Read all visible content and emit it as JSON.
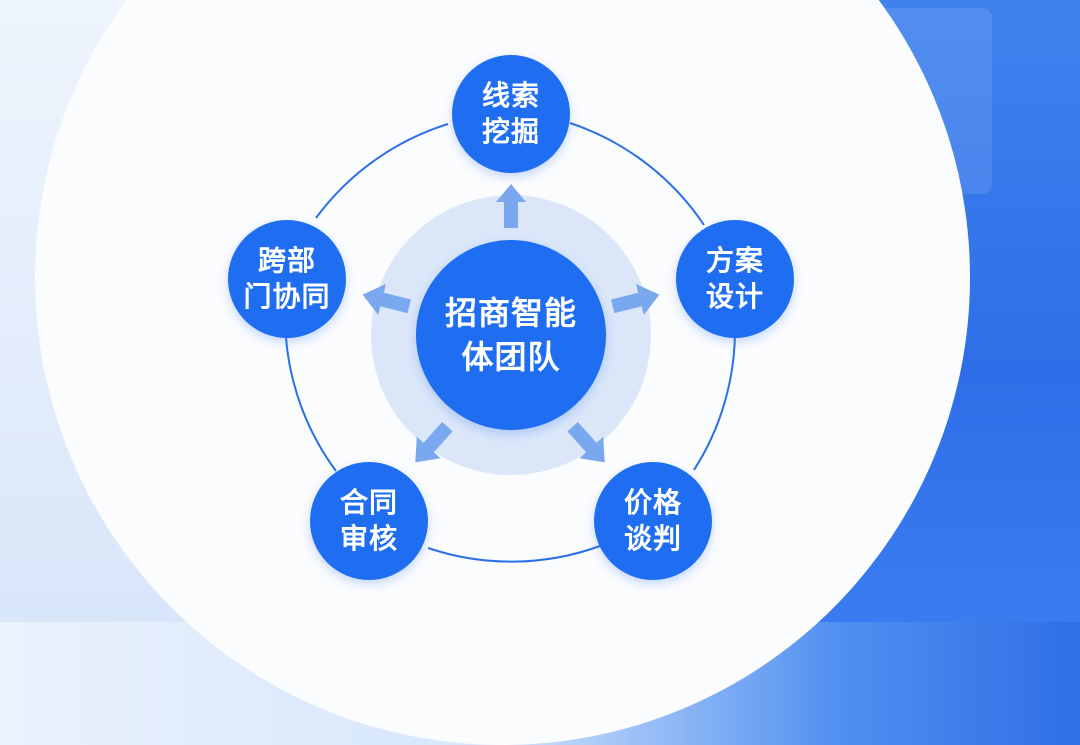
{
  "center": {
    "line1": "招商智能",
    "line2": "体团队"
  },
  "nodes": [
    {
      "id": "lead-mining",
      "line1": "线索",
      "line2": "挖掘"
    },
    {
      "id": "solution-design",
      "line1": "方案",
      "line2": "设计"
    },
    {
      "id": "price-negotiation",
      "line1": "价格",
      "line2": "谈判"
    },
    {
      "id": "contract-review",
      "line1": "合同",
      "line2": "审核"
    },
    {
      "id": "cross-dept-collab",
      "line1": "跨部",
      "line2": "门协同"
    }
  ],
  "colors": {
    "node_fill": "#1f6df0",
    "ring_light": "#dbe7f9",
    "arrow": "#7aa8ef",
    "connector": "#2c6fe8",
    "canvas": "#fbfcfe"
  }
}
